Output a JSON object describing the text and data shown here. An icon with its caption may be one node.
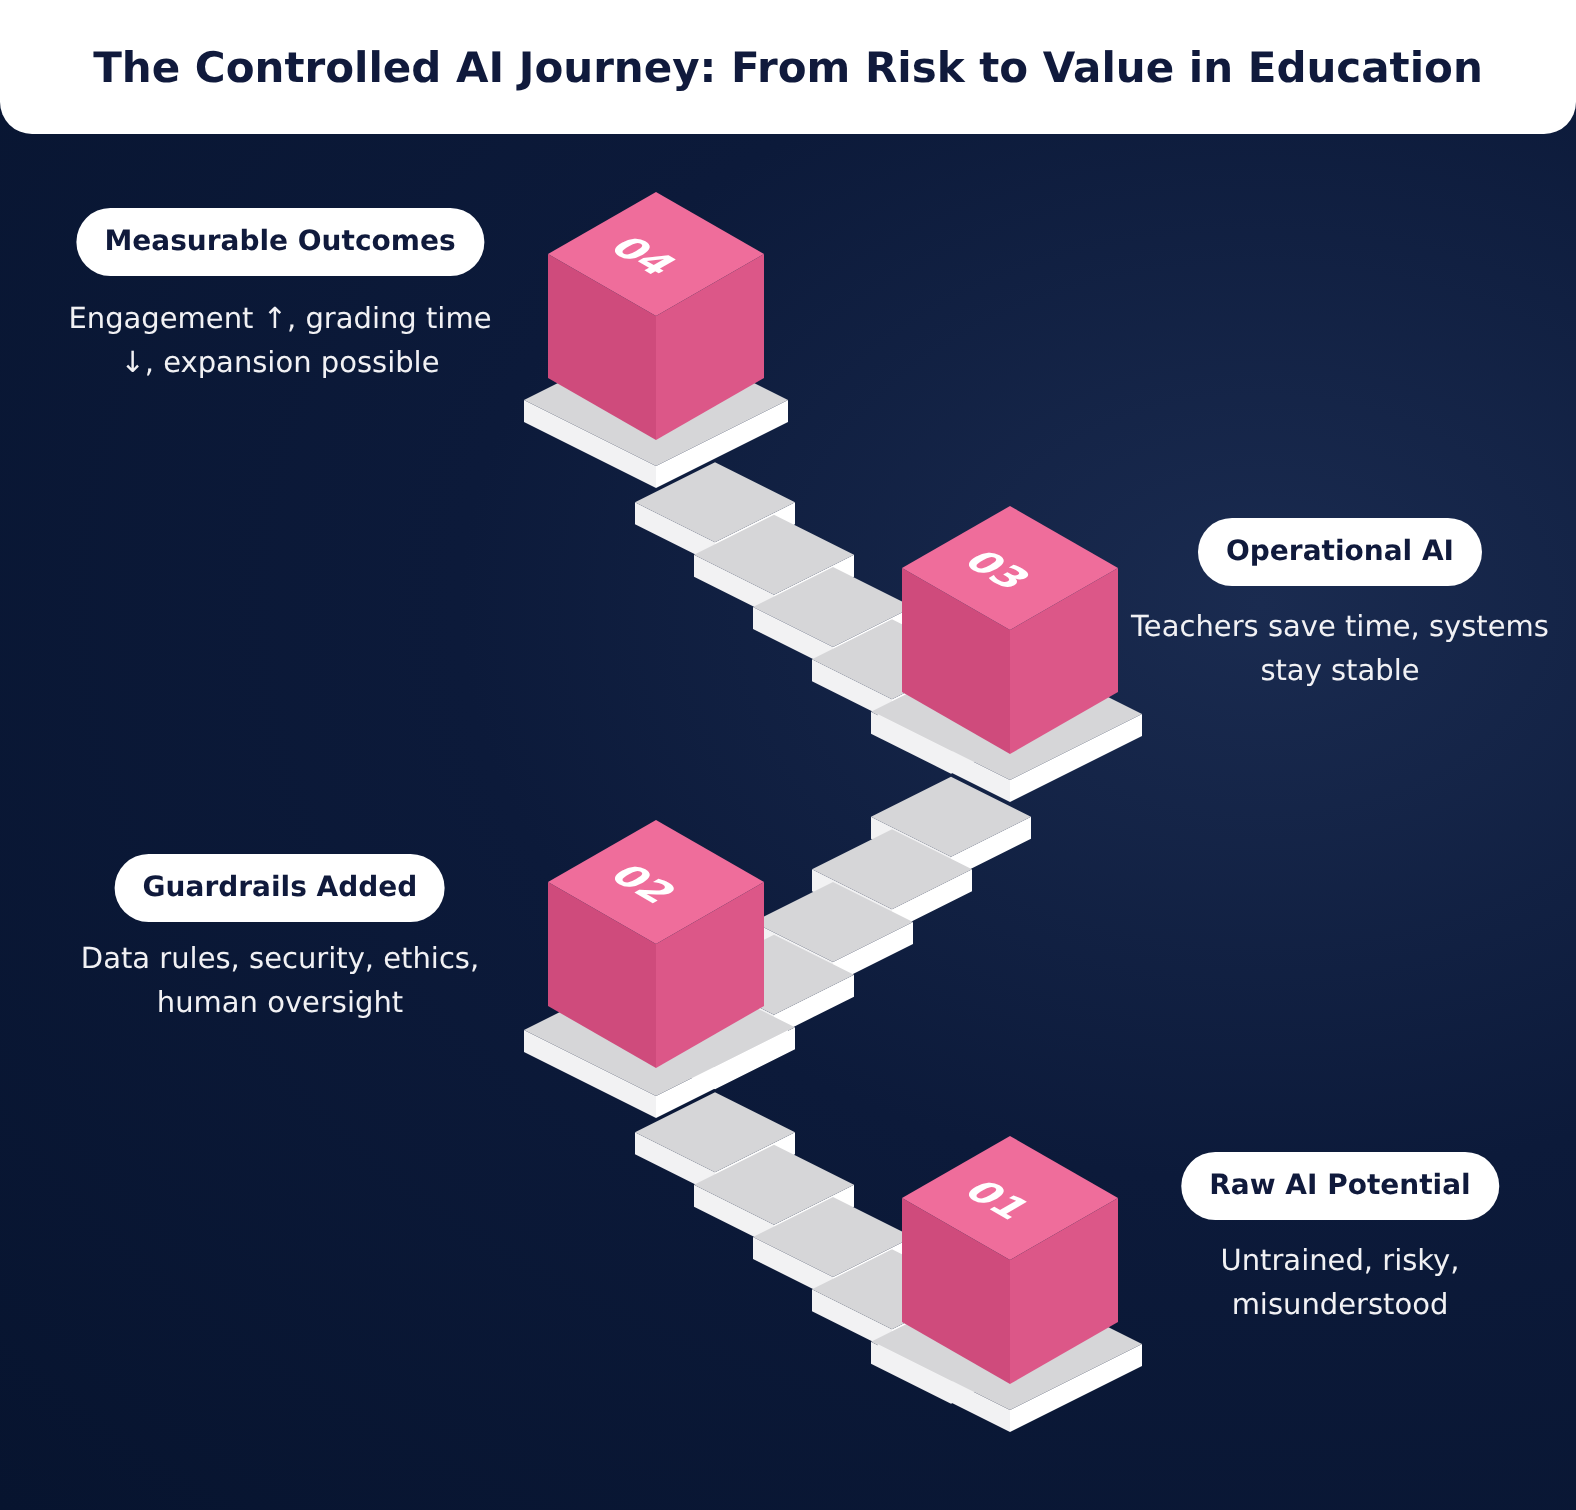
{
  "diagram": {
    "title": "The Controlled AI Journey: From Risk to Value in Education",
    "nodes": [
      {
        "text": [
          "Measurable Outcomes"
        ],
        "beside": [
          "Engagement ↑, grading time ↓, expansion possible"
        ]
      },
      {
        "text": [
          "04"
        ]
      },
      {
        "text": [
          "03"
        ]
      },
      {
        "text": [
          "Operational AI"
        ],
        "beside": [
          "Teachers save time, systems stay stable"
        ]
      },
      {
        "text": [
          "Guardrails Added"
        ],
        "beside": [
          "Data rules, security, ethics, human oversight"
        ]
      },
      {
        "text": [
          "02"
        ]
      },
      {
        "text": [
          "01"
        ]
      },
      {
        "text": [
          "Raw AI Potential"
        ],
        "beside": [
          "Untrained, risky, misunderstood"
        ]
      }
    ],
    "edges": []
  }
}
